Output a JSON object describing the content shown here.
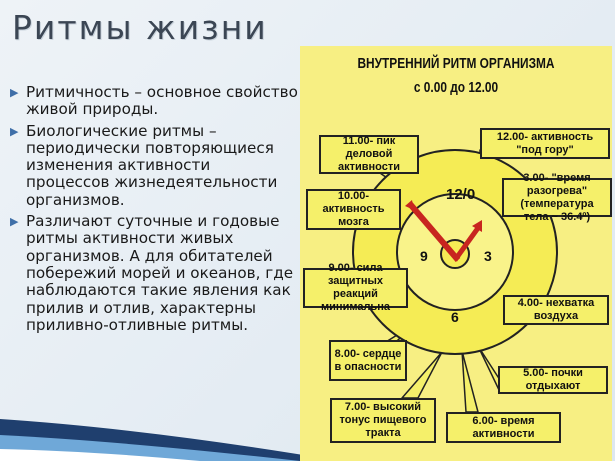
{
  "slide": {
    "title": "Ритмы жизни",
    "bullets": [
      "Ритмичность – основное свойство живой природы.",
      "Биологические ритмы – периодически повторяющиеся изменения активности процессов жизнедеятельности организмов.",
      "Различают суточные и годовые ритмы активности живых организмов. А для обитателей побережий морей и океанов, где наблюдаются такие явления как прилив и отлив, характерны приливно-отливные ритмы."
    ]
  },
  "diagram": {
    "title_line1": "ВНУТРЕННИЙ РИТМ ОРГАНИЗМА",
    "title_line2": "с 0.00 до 12.00",
    "clock_numbers": {
      "n12": "12/0",
      "n3": "3",
      "n6": "6",
      "n9": "9"
    },
    "notes": {
      "n11": "11.00- пик деловой активности",
      "n12": "12.00- активность \"под гору\"",
      "n10": "10.00- активность мозга",
      "n3": "3.00- \"время разогрева\" (температура тела ~ 36.4º)",
      "n9": "9.00- сила защитных реакций минимальна",
      "n4": "4.00- нехватка воздуха",
      "n8": "8.00- сердце в опасности",
      "n5": "5.00- почки отдыхают",
      "n7": "7.00- высокий тонус пищевого тракта",
      "n6": "6.00- время активности"
    },
    "colors": {
      "panel": "#f7ef83",
      "ring": "#f5ec55",
      "hands": "#c8251f"
    }
  }
}
